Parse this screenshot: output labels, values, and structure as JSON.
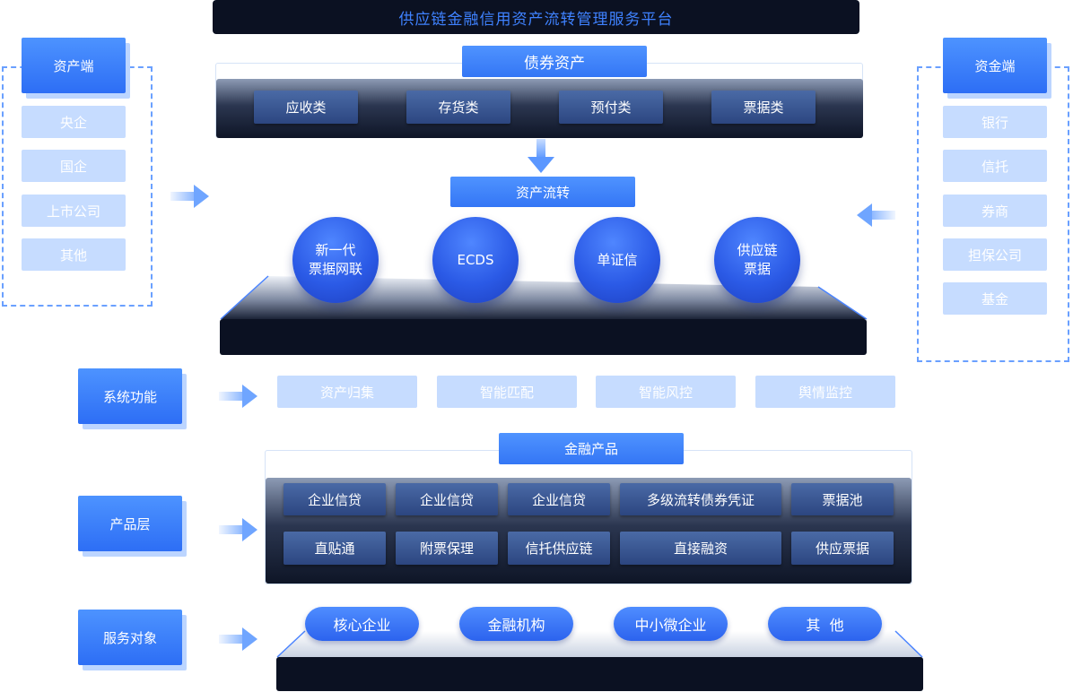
{
  "title": "供应链金融信用资产流转管理服务平台",
  "asset_side": {
    "header": "资产端",
    "items": [
      "央企",
      "国企",
      "上市公司",
      "其他"
    ]
  },
  "fund_side": {
    "header": "资金端",
    "items": [
      "银行",
      "信托",
      "券商",
      "担保公司",
      "基金"
    ]
  },
  "bond_assets": {
    "label": "债券资产",
    "items": [
      "应收类",
      "存货类",
      "预付类",
      "票据类"
    ]
  },
  "asset_flow": {
    "label": "资产流转",
    "circles": [
      {
        "line1": "新一代",
        "line2": "票据网联"
      },
      {
        "line1": "ECDS",
        "line2": ""
      },
      {
        "line1": "单证信",
        "line2": ""
      },
      {
        "line1": "供应链",
        "line2": "票据"
      }
    ]
  },
  "system_functions": {
    "header": "系统功能",
    "items": [
      "资产归集",
      "智能匹配",
      "智能风控",
      "舆情监控"
    ]
  },
  "product_layer": {
    "header": "产品层",
    "label": "金融产品",
    "row1": [
      "企业信贷",
      "企业信贷",
      "企业信贷",
      "多级流转债券凭证",
      "票据池"
    ],
    "row2": [
      "直贴通",
      "附票保理",
      "信托供应链",
      "直接融资",
      "供应票据"
    ]
  },
  "service_targets": {
    "header": "服务对象",
    "items": [
      "核心企业",
      "金融机构",
      "中小微企业",
      "其  他"
    ]
  },
  "colors": {
    "primary_blue": "#2d6ef5",
    "light_blue": "#c6dcff",
    "dark_navy": "#0b1122",
    "title_text": "#3f82ff"
  }
}
